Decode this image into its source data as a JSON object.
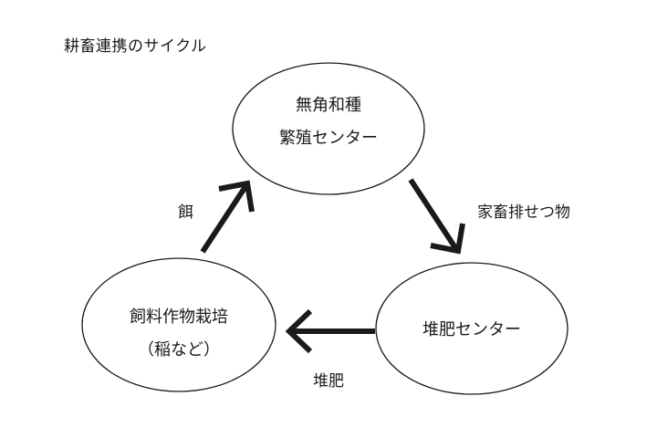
{
  "title": "耕畜連携のサイクル",
  "nodes": {
    "top": {
      "lines": [
        "無角和種",
        "繁殖センター"
      ]
    },
    "left": {
      "lines": [
        "飼料作物栽培",
        "（稲など）"
      ]
    },
    "right": {
      "lines": [
        "堆肥センター"
      ]
    }
  },
  "edges": {
    "feed": {
      "label": "餌"
    },
    "manure": {
      "label": "家畜排せつ物"
    },
    "compost": {
      "label": "堆肥"
    }
  },
  "colors": {
    "stroke": "#1a1a1a",
    "background": "#ffffff"
  }
}
